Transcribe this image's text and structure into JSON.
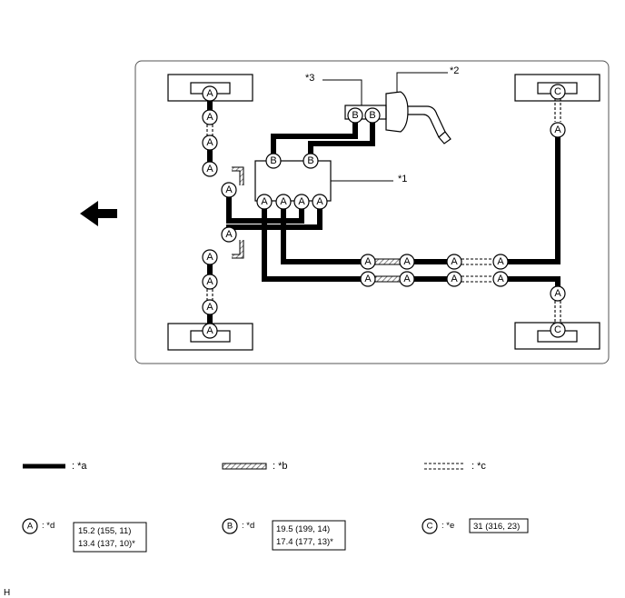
{
  "callouts": {
    "c1": "*1",
    "c2": "*2",
    "c3": "*3"
  },
  "connectors": {
    "a": "A",
    "b": "B",
    "c": "C"
  },
  "legend": {
    "solid": ": *a",
    "hatched": ": *b",
    "dashed": ": *c"
  },
  "specs": {
    "a": {
      "symbol": "A",
      "label": ": *d",
      "line1": "15.2 (155, 11)",
      "line2": "13.4 (137, 10)*"
    },
    "b": {
      "symbol": "B",
      "label": ": *d",
      "line1": "19.5 (199, 14)",
      "line2": "17.4 (177, 13)*"
    },
    "c": {
      "symbol": "C",
      "label": ": *e",
      "line1": "31 (316, 23)"
    }
  },
  "footer_code": "H",
  "colors": {
    "line": "#000000",
    "hatch": "#888888",
    "panel_border": "#555555"
  },
  "icons": {
    "front_arrow": "front-arrow-icon"
  }
}
